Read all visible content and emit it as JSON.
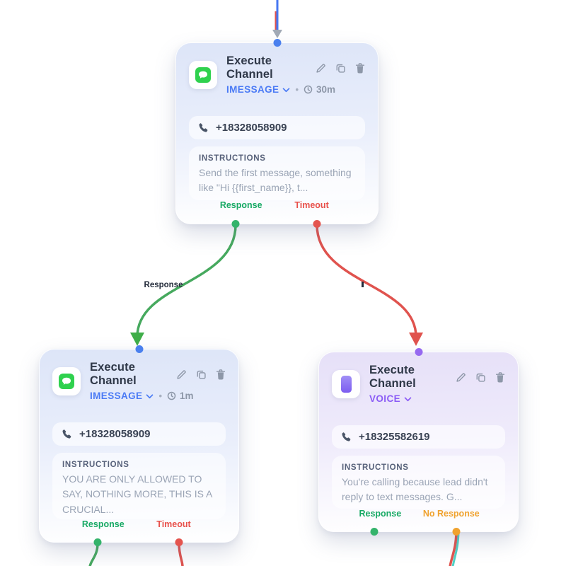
{
  "ui": {
    "separator": "•"
  },
  "edge_labels": {
    "response": "Response"
  },
  "colors": {
    "imessage_blue": "#4b7bf5",
    "voice_purple": "#8b5cf6",
    "response_green": "#17a964",
    "timeout_red": "#e8504a",
    "no_response_orange": "#f0a22e",
    "edge_green": "#46a95e",
    "edge_red": "#e0534e",
    "edge_blue": "#4577f2",
    "edge_teal": "#4fd1c5",
    "handle_blue": "#4a80ee",
    "handle_purple": "#9669f0",
    "imessage_icon_green": "#2fd14e",
    "voice_icon_purple": "#7c5cf0"
  },
  "nodes": [
    {
      "title": "Execute Channel",
      "channel": "IMESSAGE",
      "timeout": "30m",
      "phone": "+18328058909",
      "instructions_heading": "INSTRUCTIONS",
      "instructions_text": "Send the first message, something like \"Hi {{first_name}}, t...",
      "outputs": [
        {
          "label": "Response"
        },
        {
          "label": "Timeout"
        }
      ]
    },
    {
      "title": "Execute Channel",
      "channel": "IMESSAGE",
      "timeout": "1m",
      "phone": "+18328058909",
      "instructions_heading": "INSTRUCTIONS",
      "instructions_text": "YOU ARE ONLY ALLOWED TO SAY, NOTHING MORE, THIS IS A CRUCIAL...",
      "outputs": [
        {
          "label": "Response"
        },
        {
          "label": "Timeout"
        }
      ]
    },
    {
      "title": "Execute Channel",
      "channel": "VOICE",
      "timeout": null,
      "phone": "+18325582619",
      "instructions_heading": "INSTRUCTIONS",
      "instructions_text": "You're calling because lead didn't reply to text messages. G...",
      "outputs": [
        {
          "label": "Response"
        },
        {
          "label": "No Response"
        }
      ]
    }
  ]
}
